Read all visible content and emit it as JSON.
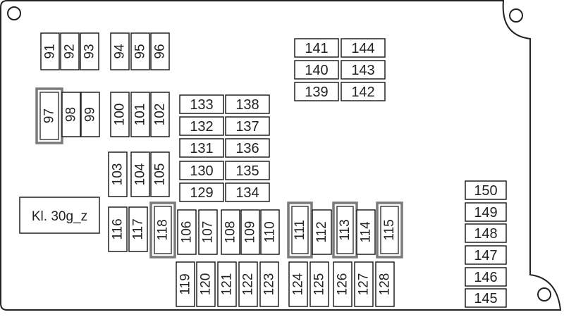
{
  "diagram": {
    "label_box": "Kl. 30g_z",
    "vertical_fuses": [
      {
        "id": "91"
      },
      {
        "id": "92"
      },
      {
        "id": "93"
      },
      {
        "id": "94"
      },
      {
        "id": "95"
      },
      {
        "id": "96"
      },
      {
        "id": "97",
        "highlighted": true
      },
      {
        "id": "98"
      },
      {
        "id": "99"
      },
      {
        "id": "100"
      },
      {
        "id": "101"
      },
      {
        "id": "102"
      },
      {
        "id": "103"
      },
      {
        "id": "104"
      },
      {
        "id": "105"
      },
      {
        "id": "116"
      },
      {
        "id": "117"
      },
      {
        "id": "118",
        "highlighted": true
      },
      {
        "id": "106"
      },
      {
        "id": "107"
      },
      {
        "id": "108"
      },
      {
        "id": "109"
      },
      {
        "id": "110"
      },
      {
        "id": "111",
        "highlighted": true
      },
      {
        "id": "112"
      },
      {
        "id": "113",
        "highlighted": true
      },
      {
        "id": "114"
      },
      {
        "id": "115",
        "highlighted": true
      },
      {
        "id": "119"
      },
      {
        "id": "120"
      },
      {
        "id": "121"
      },
      {
        "id": "122"
      },
      {
        "id": "123"
      },
      {
        "id": "124"
      },
      {
        "id": "125"
      },
      {
        "id": "126"
      },
      {
        "id": "127"
      },
      {
        "id": "128"
      }
    ],
    "horizontal_fuses": [
      {
        "id": "133"
      },
      {
        "id": "138"
      },
      {
        "id": "132"
      },
      {
        "id": "137"
      },
      {
        "id": "131"
      },
      {
        "id": "136"
      },
      {
        "id": "130"
      },
      {
        "id": "135"
      },
      {
        "id": "129"
      },
      {
        "id": "134"
      },
      {
        "id": "141"
      },
      {
        "id": "144"
      },
      {
        "id": "140"
      },
      {
        "id": "143"
      },
      {
        "id": "139"
      },
      {
        "id": "142"
      },
      {
        "id": "150"
      },
      {
        "id": "149"
      },
      {
        "id": "148"
      },
      {
        "id": "147"
      },
      {
        "id": "146"
      },
      {
        "id": "145"
      }
    ],
    "colors": {
      "line": "#222222",
      "highlight": "#7a7a7a",
      "background": "#ffffff"
    }
  }
}
